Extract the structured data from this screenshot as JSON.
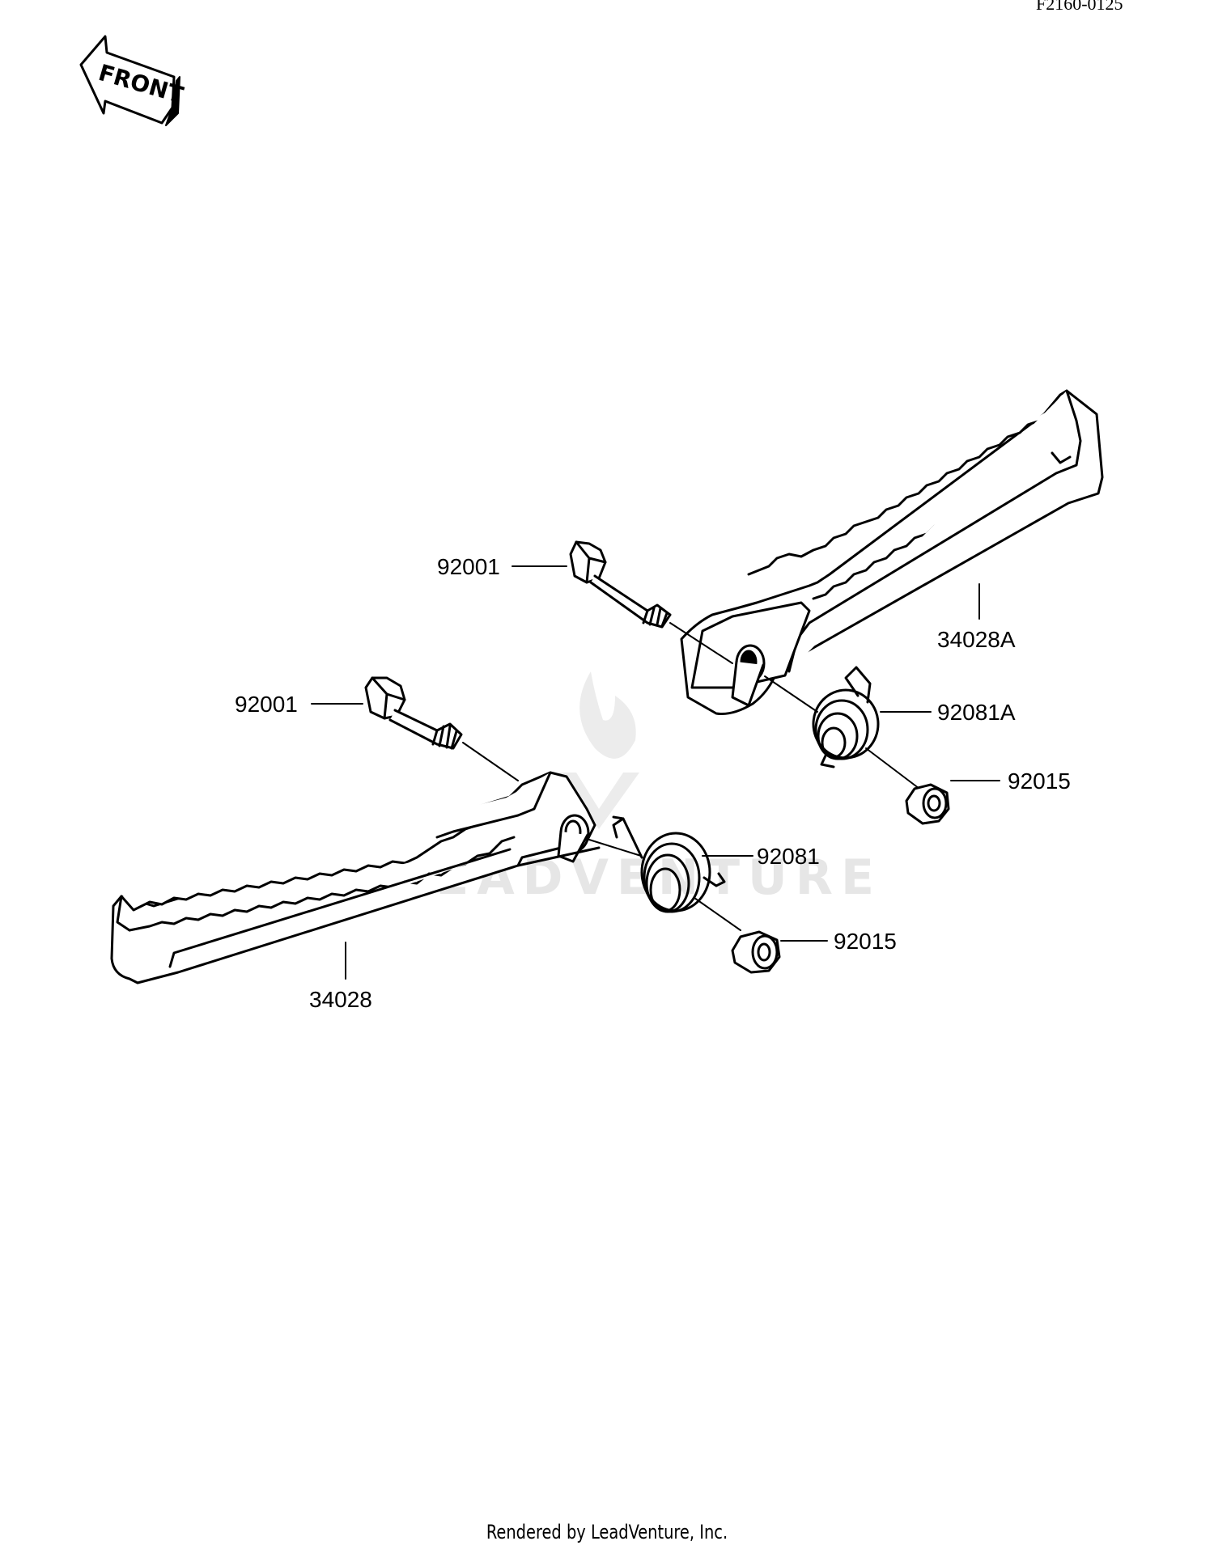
{
  "doc_code": "F2160-0125",
  "footer": "Rendered by LeadVenture, Inc.",
  "front_label": "FRONT",
  "watermark": "LEADVENTURE",
  "callouts": [
    {
      "id": "bolt-upper",
      "label": "92001"
    },
    {
      "id": "footpeg-right",
      "label": "34028A"
    },
    {
      "id": "spring-right",
      "label": "92081A"
    },
    {
      "id": "collar-right",
      "label": "92015"
    },
    {
      "id": "bolt-lower",
      "label": "92001"
    },
    {
      "id": "spring-left",
      "label": "92081"
    },
    {
      "id": "collar-left",
      "label": "92015"
    },
    {
      "id": "footpeg-left",
      "label": "34028"
    }
  ]
}
